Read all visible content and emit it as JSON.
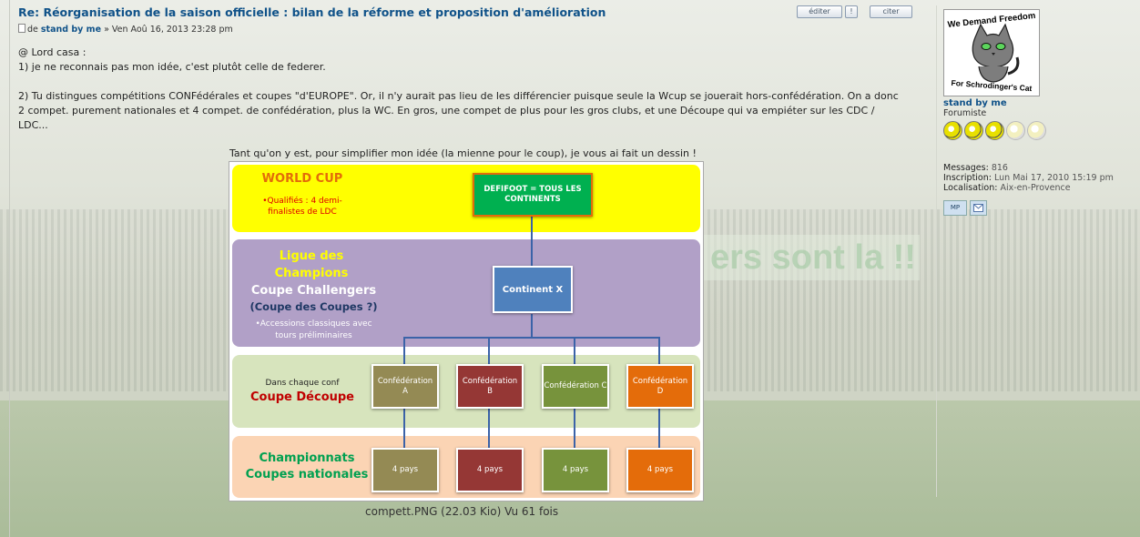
{
  "post": {
    "title": "Re: Réorganisation de la saison officielle : bilan de la réforme et proposition d'amélioration",
    "meta_prefix": "de",
    "author": "stand by me",
    "meta_date": "» Ven Aoû 16, 2013 23:28 pm",
    "edit_label": "éditer",
    "warn_label": "!",
    "quote_label": "citer",
    "lines": [
      "@ Lord casa :",
      "1) je ne reconnais pas mon idée, c'est plutôt celle de federer.",
      "",
      "2) Tu distingues compétitions CONFédérales et coupes \"d'EUROPE\". Or, il n'y aurait pas lieu de les différencier puisque seule la Wcup se jouerait hors-confédération. On a donc",
      "2 compet. purement nationales et 4 compet. de confédération, plus la WC. En gros, une compet de plus pour les gros clubs, et une Découpe qui va empiéter sur les CDC /",
      "LDC..."
    ],
    "image_caption": "Tant qu'on y est, pour simplifier mon idée (la mienne pour le coup), je vous ai fait un dessin !",
    "attachment": "compett.PNG (22.03 Kio) Vu 61 fois"
  },
  "diagram": {
    "wc_title": "WORLD CUP",
    "wc_note_1": "•Qualifiés : 4 demi-",
    "wc_note_2": "finalistes de LDC",
    "defifoot_1": "DEFIFOOT = TOUS LES",
    "defifoot_2": "CONTINENTS",
    "ldc_1": "Ligue des",
    "ldc_2": "Champions",
    "challengers": "Coupe Challengers",
    "cdc": "(Coupe des Coupes ?)",
    "access_1": "•Accessions classiques avec",
    "access_2": "tours préliminaires",
    "continent": "Continent X",
    "conf_note": "Dans chaque conf",
    "decoupe": "Coupe Découpe",
    "conf_a_1": "Confédération",
    "conf_a_2": "A",
    "conf_b_1": "Confédération",
    "conf_b_2": "B",
    "conf_c": "Confédération C",
    "conf_d_1": "Confédération",
    "conf_d_2": "D",
    "champ_1": "Championnats",
    "champ_2": "Coupes nationales",
    "pays": "4 pays",
    "colors": {
      "wc": "#ffff00",
      "ldc": "#b1a0c7",
      "cd": "#d7e4bd",
      "cn": "#fbd4b4",
      "green": "#00b050",
      "blue": "#4f81bd",
      "olive": "#948a54",
      "red": "#953735",
      "lime": "#77933c",
      "orange": "#e46c0a"
    }
  },
  "avatar": {
    "line1": "We Demand Freedom",
    "line2": "For Schrodinger's Cat"
  },
  "profile": {
    "name": "stand by me",
    "rank": "Forumiste",
    "messages_label": "Messages:",
    "messages": "816",
    "inscription_label": "Inscription:",
    "inscription": "Lun Mai 17, 2010 15:19 pm",
    "location_label": "Localisation:",
    "location": "Aix-en-Provence",
    "pm_label": "MP"
  },
  "background": {
    "banner": "ers sont la !!"
  }
}
